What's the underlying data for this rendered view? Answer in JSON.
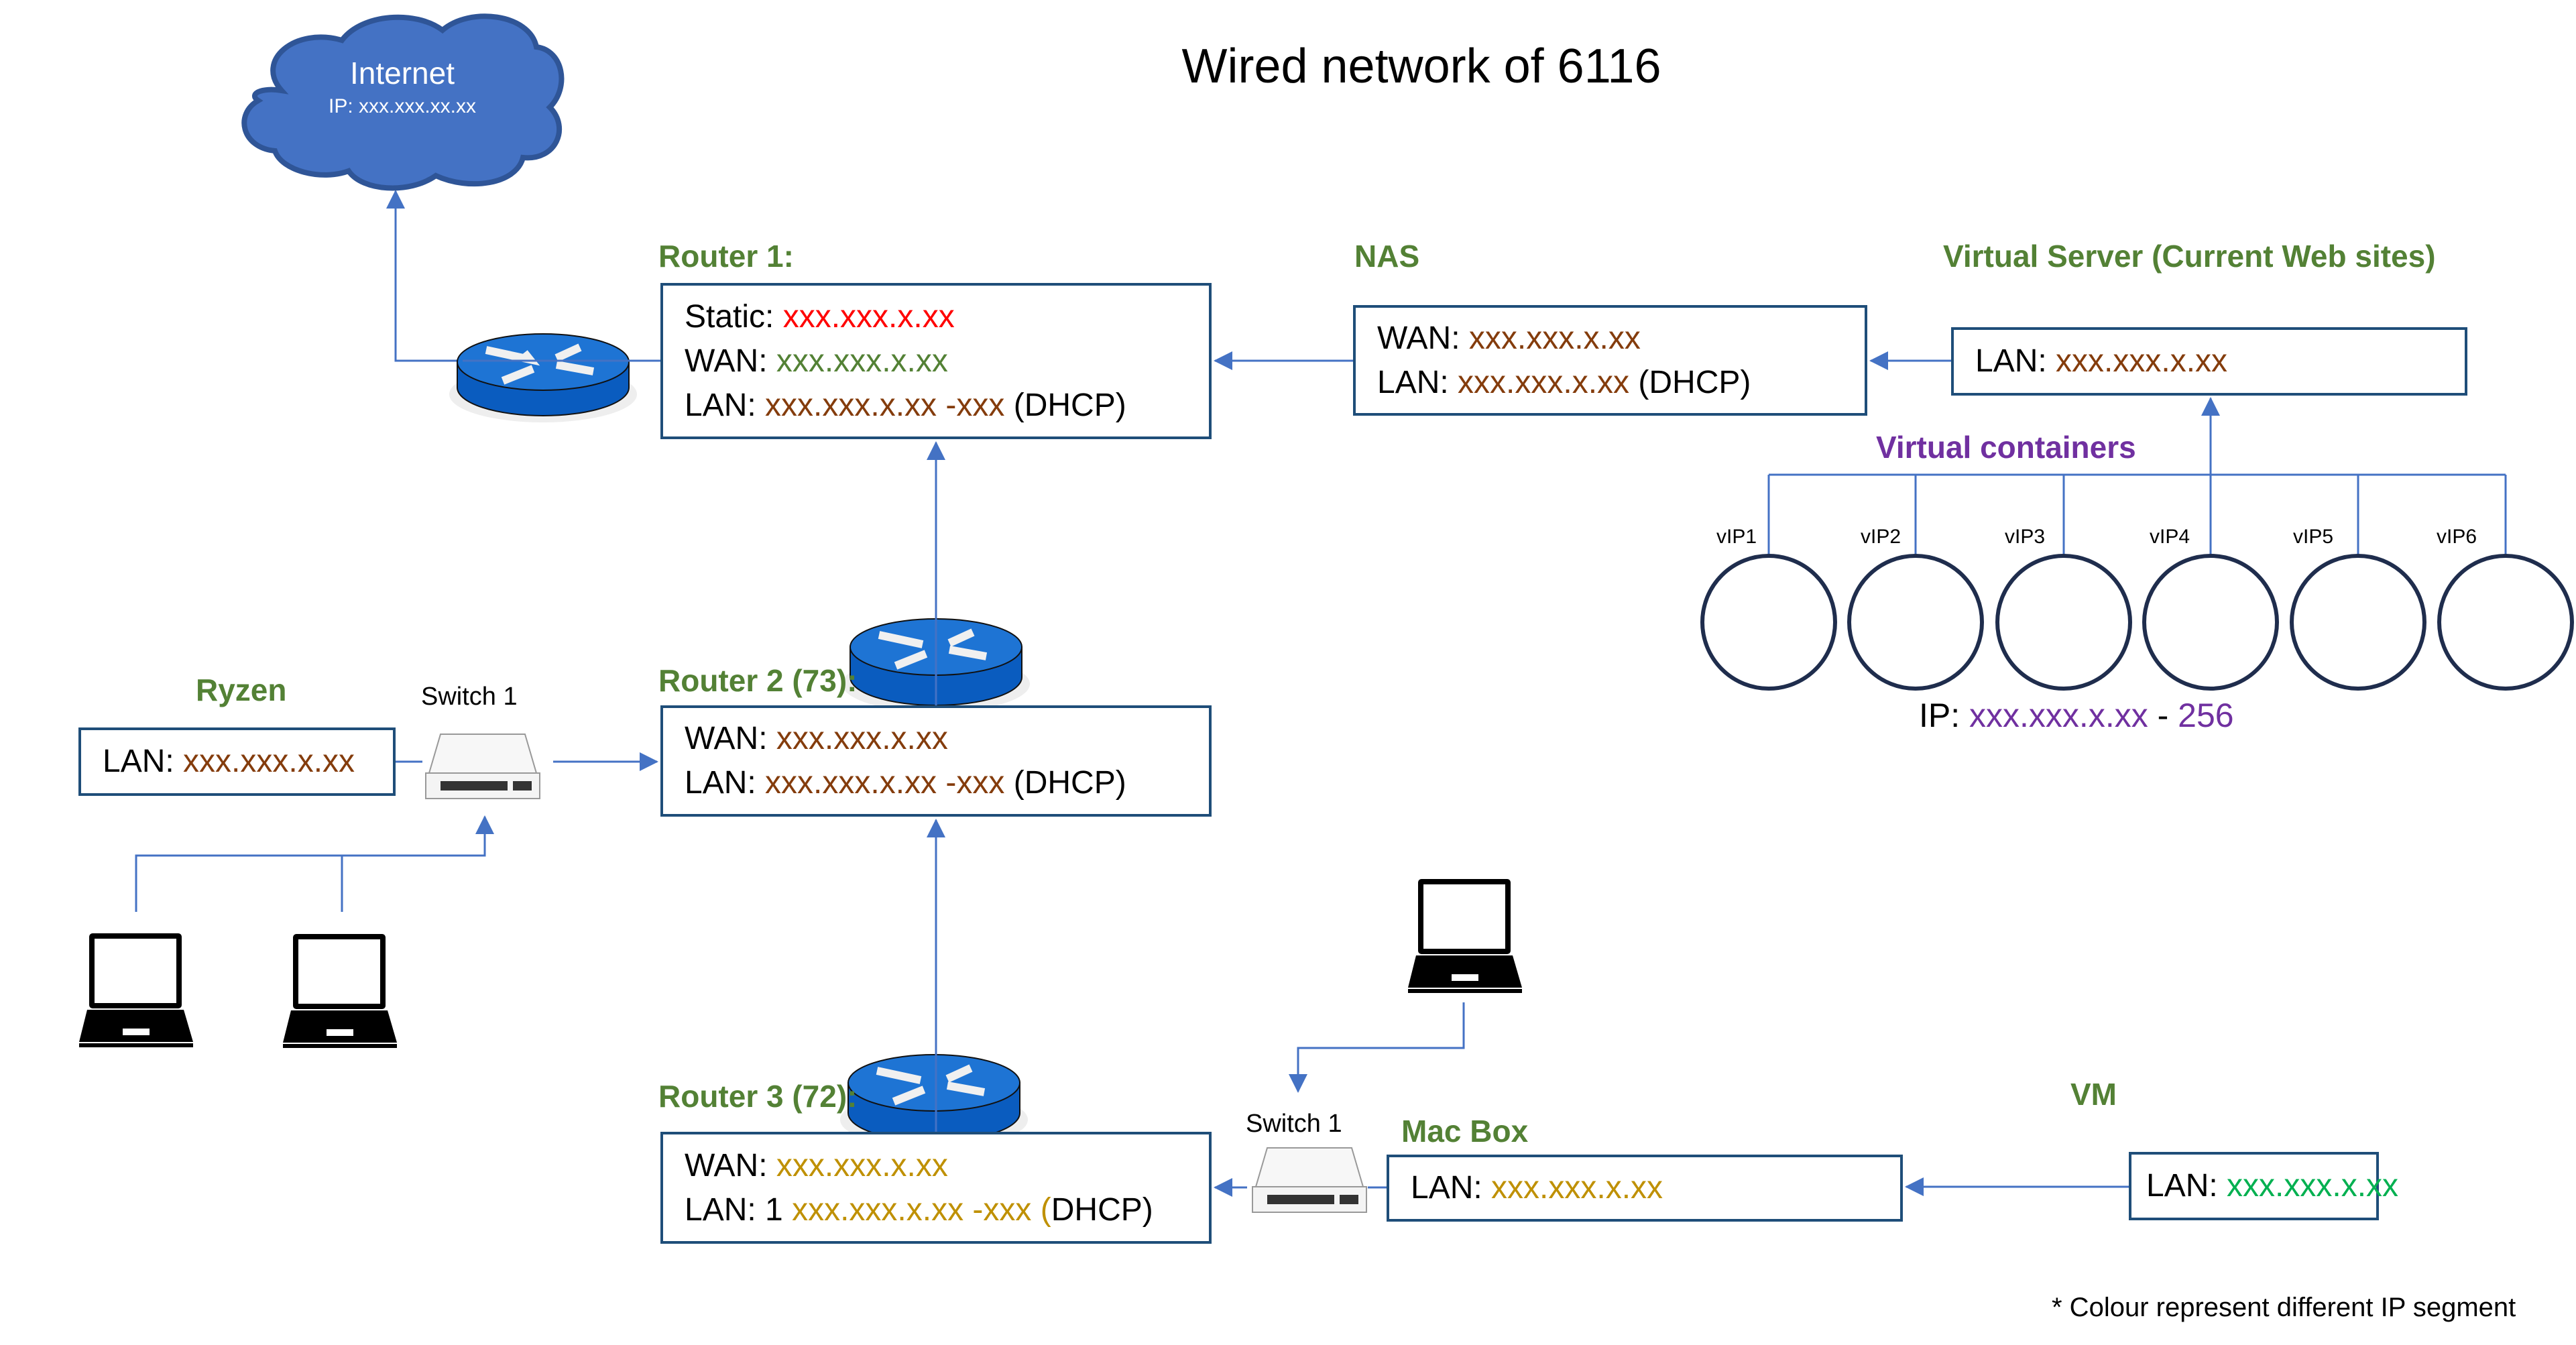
{
  "title": "Wired network of 6116",
  "colors": {
    "connector": "#4472c4",
    "box_border": "#1f4e79",
    "node_label": "#538135",
    "containers_label": "#7030a0",
    "ip_red": "#ff0000",
    "ip_green": "#538135",
    "ip_brown": "#843c0c",
    "ip_gold": "#bf9000",
    "ip_bright_green": "#00b050",
    "ip_purple": "#7030a0"
  },
  "internet": {
    "label": "Internet",
    "ip": "IP: xxx.xxx.xx.xx"
  },
  "router1": {
    "label": "Router 1:",
    "static_key": "Static: ",
    "static_val": "xxx.xxx.x.xx",
    "wan_key": "WAN: ",
    "wan_val": "xxx.xxx.x.xx",
    "lan_key": "LAN: ",
    "lan_val": "xxx.xxx.x.xx -xxx",
    "lan_suffix": " (DHCP)"
  },
  "nas": {
    "label": "NAS",
    "wan_key": "WAN: ",
    "wan_val": "xxx.xxx.x.xx",
    "lan_key": "LAN: ",
    "lan_val": "xxx.xxx.x.xx",
    "lan_suffix": " (DHCP)"
  },
  "virtual_server": {
    "label": "Virtual Server (Current Web sites)",
    "lan_key": "LAN: ",
    "lan_val": "xxx.xxx.x.xx"
  },
  "virtual_containers": {
    "label": "Virtual containers",
    "items": [
      "vIP1",
      "vIP2",
      "vIP3",
      "vIP4",
      "vIP5",
      "vIP6"
    ],
    "ip_key": "IP: ",
    "ip_val": "xxx.xxx.x.xx",
    "ip_sep": " - ",
    "ip_end": "256"
  },
  "router2": {
    "label": "Router 2 (73):",
    "wan_key": "WAN: ",
    "wan_val": "xxx.xxx.x.xx",
    "lan_key": "LAN: ",
    "lan_val": "xxx.xxx.x.xx -xxx",
    "lan_suffix": " (DHCP)"
  },
  "ryzen": {
    "label": "Ryzen",
    "lan_key": "LAN: ",
    "lan_val": "xxx.xxx.x.xx"
  },
  "switch_a": {
    "label": "Switch 1"
  },
  "router3": {
    "label": "Router 3 (72):",
    "wan_key": "WAN: ",
    "wan_val": "xxx.xxx.x.xx",
    "lan_key": "LAN: 1 ",
    "lan_val": "xxx.xxx.x.xx -xxx (",
    "lan_suffix": "DHCP)"
  },
  "switch_b": {
    "label": "Switch 1"
  },
  "mac_box": {
    "label": "Mac Box",
    "lan_key": "LAN: ",
    "lan_val": "xxx.xxx.x.xx"
  },
  "vm": {
    "label": "VM",
    "lan_key": "LAN: ",
    "lan_val": "xxx.xxx.x.xx"
  },
  "footnote": "* Colour represent different IP segment"
}
